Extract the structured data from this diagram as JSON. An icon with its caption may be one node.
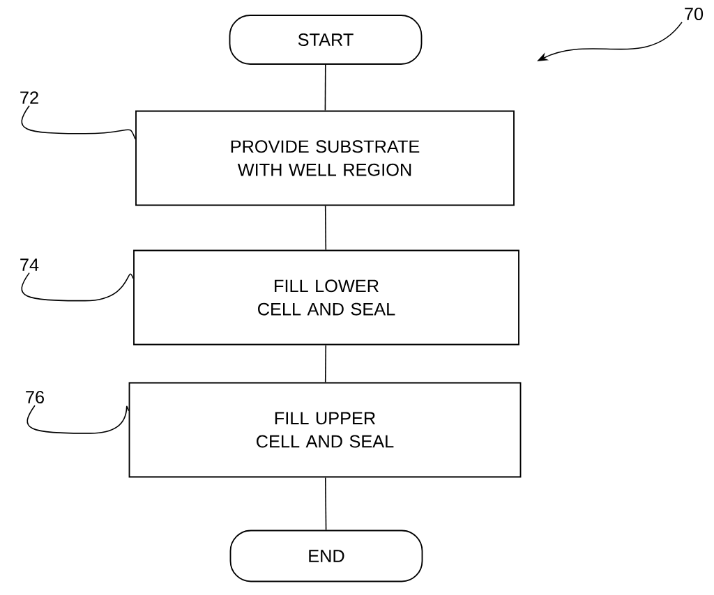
{
  "diagram": {
    "nodes": [
      {
        "text": [
          "START"
        ]
      },
      {
        "text": [
          "PROVIDE SUBSTRATE WITH WELL REGION"
        ]
      },
      {
        "text": [
          "FILL LOWER CELL AND SEAL"
        ]
      },
      {
        "text": [
          "FILL UPPER CELL AND SEAL"
        ]
      },
      {
        "text": [
          "END"
        ]
      },
      {
        "text": [
          "70"
        ]
      },
      {
        "text": [
          "72"
        ]
      },
      {
        "text": [
          "74"
        ]
      },
      {
        "text": [
          "76"
        ]
      }
    ],
    "edges": [
      {
        "from": 0,
        "to": 1,
        "arrow": "none"
      },
      {
        "from": 1,
        "to": 2,
        "arrow": "none"
      },
      {
        "from": 2,
        "to": 3,
        "arrow": "none"
      },
      {
        "from": 3,
        "to": 4,
        "arrow": "none"
      },
      {
        "from": 5,
        "to": null,
        "arrow": "to"
      },
      {
        "from": 6,
        "to": 1,
        "arrow": "none"
      },
      {
        "from": 7,
        "to": 2,
        "arrow": "none"
      },
      {
        "from": 8,
        "to": 3,
        "arrow": "none"
      }
    ]
  }
}
